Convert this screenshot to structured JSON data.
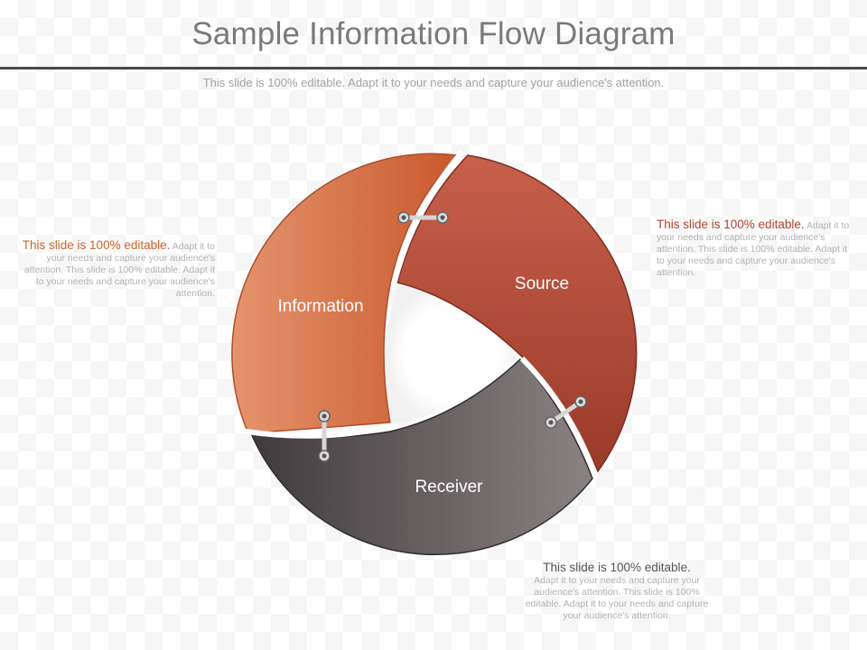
{
  "header": {
    "title": "Sample Information Flow Diagram",
    "subtitle": "This slide is 100% editable. Adapt it to your needs and capture your audience's attention."
  },
  "diagram": {
    "segments": [
      {
        "label": "Information",
        "color": "#d9764a"
      },
      {
        "label": "Source",
        "color": "#b5503c"
      },
      {
        "label": "Receiver",
        "color": "#6b6465"
      }
    ]
  },
  "callouts": {
    "left": {
      "heading": "This slide is 100% editable.",
      "body": "Adapt it to your needs and capture your audience's attention. This slide is 100% editable. Adapt it to your needs and capture your audience's attention."
    },
    "right": {
      "heading": "This slide is 100% editable.",
      "body": "Adapt it to your needs and capture your audience's attention. This slide is 100% editable. Adapt it to your needs and capture your audience's attention."
    },
    "bottom": {
      "heading": "This slide is 100% editable.",
      "body": "Adapt it to your needs and capture your audience's attention. This slide is 100% editable. Adapt it to your needs and capture your audience's attention."
    }
  }
}
